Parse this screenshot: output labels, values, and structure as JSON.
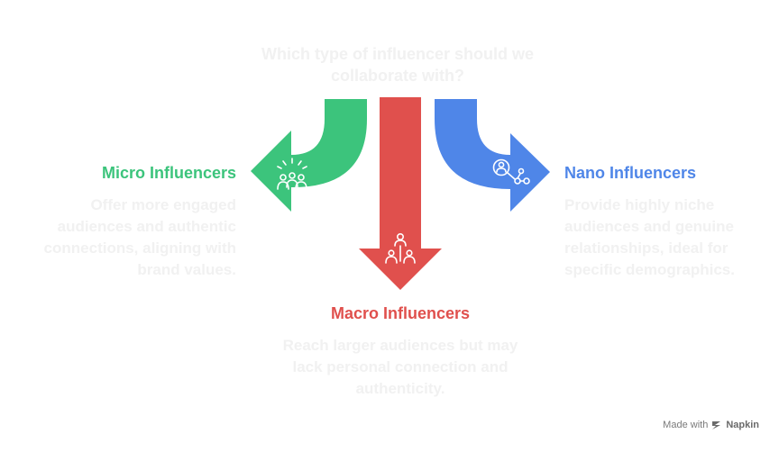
{
  "question": "Which type of influencer should we collaborate with?",
  "options": {
    "micro": {
      "title": "Micro Influencers",
      "description": "Offer more engaged audiences and authentic connections, aligning with brand values.",
      "color": "#3cc47c",
      "icon": "crowd-celebration-icon"
    },
    "macro": {
      "title": "Macro Influencers",
      "description": "Reach larger audiences but may lack personal connection and authenticity.",
      "color": "#e0504d",
      "icon": "group-leader-icon"
    },
    "nano": {
      "title": "Nano Influencers",
      "description": "Provide highly niche audiences and genuine relationships, ideal for specific demographics.",
      "color": "#4f86e8",
      "icon": "user-network-icon"
    }
  },
  "footer": {
    "made_with": "Made with",
    "brand": "Napkin"
  }
}
